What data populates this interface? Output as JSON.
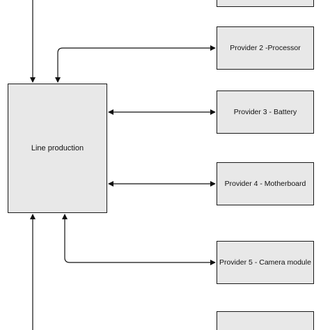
{
  "diagram": {
    "central": {
      "label": "Line production"
    },
    "providers": [
      {
        "label": ""
      },
      {
        "label": "Provider 2 -Processor"
      },
      {
        "label": "Provider 3 - Battery"
      },
      {
        "label": "Provider 4 - Motherboard"
      },
      {
        "label": "Provider 5 - Camera module"
      },
      {
        "label": ""
      }
    ]
  }
}
